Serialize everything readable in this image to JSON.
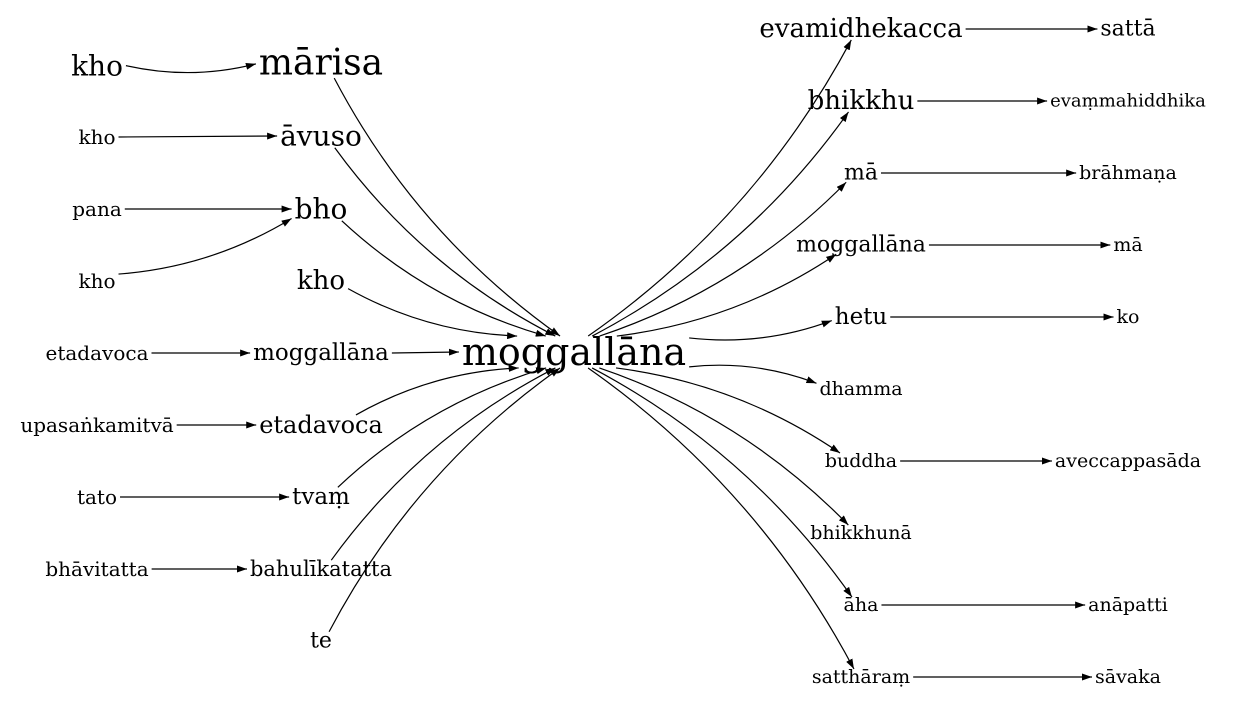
{
  "graph": {
    "center": "moggallāna",
    "nodes": [
      {
        "id": "center",
        "label": "moggallāna"
      },
      {
        "id": "kho_a",
        "label": "kho"
      },
      {
        "id": "marisa",
        "label": "mārisa"
      },
      {
        "id": "kho_b",
        "label": "kho"
      },
      {
        "id": "avuso",
        "label": "āvuso"
      },
      {
        "id": "pana",
        "label": "pana"
      },
      {
        "id": "bho",
        "label": "bho"
      },
      {
        "id": "kho_c",
        "label": "kho"
      },
      {
        "id": "kho_d",
        "label": "kho"
      },
      {
        "id": "etadavoca_a",
        "label": "etadavoca"
      },
      {
        "id": "moggallana_l",
        "label": "moggallāna"
      },
      {
        "id": "upasankamitva",
        "label": "upasaṅkamitvā"
      },
      {
        "id": "etadavoca_b",
        "label": "etadavoca"
      },
      {
        "id": "tato",
        "label": "tato"
      },
      {
        "id": "tvam",
        "label": "tvaṃ"
      },
      {
        "id": "bhavitatta",
        "label": "bhāvitatta"
      },
      {
        "id": "bahulikatatta",
        "label": "bahulīkatatta"
      },
      {
        "id": "te",
        "label": "te"
      },
      {
        "id": "evamidhekacca",
        "label": "evamidhekacca"
      },
      {
        "id": "satta",
        "label": "sattā"
      },
      {
        "id": "bhikkhu",
        "label": "bhikkhu"
      },
      {
        "id": "evammahiddhika",
        "label": "evaṃmahiddhika"
      },
      {
        "id": "ma_a",
        "label": "mā"
      },
      {
        "id": "brahmana",
        "label": "brāhmaṇa"
      },
      {
        "id": "moggallana_r",
        "label": "moggallāna"
      },
      {
        "id": "ma_b",
        "label": "mā"
      },
      {
        "id": "hetu",
        "label": "hetu"
      },
      {
        "id": "ko",
        "label": "ko"
      },
      {
        "id": "dhamma",
        "label": "dhamma"
      },
      {
        "id": "buddha",
        "label": "buddha"
      },
      {
        "id": "aveccappasada",
        "label": "aveccappasāda"
      },
      {
        "id": "bhikkhuna",
        "label": "bhikkhunā"
      },
      {
        "id": "aha",
        "label": "āha"
      },
      {
        "id": "anapatti",
        "label": "anāpatti"
      },
      {
        "id": "sattharam",
        "label": "satthāraṃ"
      },
      {
        "id": "savaka",
        "label": "sāvaka"
      }
    ],
    "edges": [
      {
        "from": "kho_a",
        "to": "marisa"
      },
      {
        "from": "kho_b",
        "to": "avuso"
      },
      {
        "from": "pana",
        "to": "bho"
      },
      {
        "from": "kho_d",
        "to": "bho"
      },
      {
        "from": "etadavoca_a",
        "to": "moggallana_l"
      },
      {
        "from": "moggallana_l",
        "to": "center"
      },
      {
        "from": "upasankamitva",
        "to": "etadavoca_b"
      },
      {
        "from": "tato",
        "to": "tvam"
      },
      {
        "from": "bhavitatta",
        "to": "bahulikatatta"
      },
      {
        "from": "marisa",
        "to": "center"
      },
      {
        "from": "avuso",
        "to": "center"
      },
      {
        "from": "bho",
        "to": "center"
      },
      {
        "from": "kho_c",
        "to": "center"
      },
      {
        "from": "etadavoca_b",
        "to": "center"
      },
      {
        "from": "tvam",
        "to": "center"
      },
      {
        "from": "bahulikatatta",
        "to": "center"
      },
      {
        "from": "te",
        "to": "center"
      },
      {
        "from": "center",
        "to": "evamidhekacca"
      },
      {
        "from": "center",
        "to": "bhikkhu"
      },
      {
        "from": "center",
        "to": "ma_a"
      },
      {
        "from": "center",
        "to": "moggallana_r"
      },
      {
        "from": "center",
        "to": "hetu"
      },
      {
        "from": "center",
        "to": "dhamma"
      },
      {
        "from": "center",
        "to": "buddha"
      },
      {
        "from": "center",
        "to": "bhikkhuna"
      },
      {
        "from": "center",
        "to": "aha"
      },
      {
        "from": "center",
        "to": "sattharam"
      },
      {
        "from": "evamidhekacca",
        "to": "satta"
      },
      {
        "from": "bhikkhu",
        "to": "evammahiddhika"
      },
      {
        "from": "ma_a",
        "to": "brahmana"
      },
      {
        "from": "moggallana_r",
        "to": "ma_b"
      },
      {
        "from": "hetu",
        "to": "ko"
      },
      {
        "from": "buddha",
        "to": "aveccappasada"
      },
      {
        "from": "aha",
        "to": "anapatti"
      },
      {
        "from": "sattharam",
        "to": "savaka"
      }
    ]
  }
}
